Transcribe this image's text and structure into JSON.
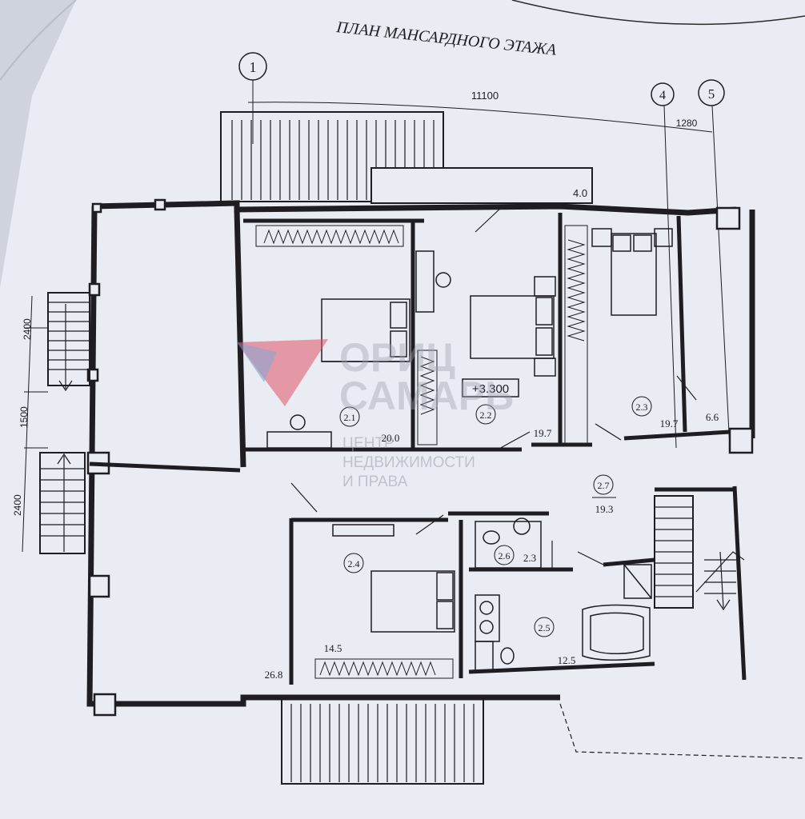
{
  "title": "ПЛАН МАНСАРДНОГО ЭТАЖА",
  "axes": [
    {
      "id": "axis-1",
      "label": "1"
    },
    {
      "id": "axis-4",
      "label": "4"
    },
    {
      "id": "axis-5",
      "label": "5"
    }
  ],
  "dimensions": {
    "overall_width": "11100",
    "span_4_5": "1280",
    "left_top": "2400",
    "left_mid": "1500",
    "left_bottom": "2400"
  },
  "level_mark": "+3.300",
  "rooms": [
    {
      "id": "2.1",
      "area": "20.0"
    },
    {
      "id": "2.2",
      "area": "19.7"
    },
    {
      "id": "2.3",
      "area": "19.7"
    },
    {
      "id": "2.4",
      "area": "14.5"
    },
    {
      "id": "2.5",
      "area": "12.5"
    },
    {
      "id": "2.6",
      "area": "2.3"
    },
    {
      "id": "2.7",
      "area": "19.3"
    }
  ],
  "extra_areas": {
    "balcony_top": "4.0",
    "loggia_right": "6.6",
    "terrace_left": "26.8"
  },
  "watermark": {
    "line1": "ОРИЦ",
    "line2": "САМАРЬ",
    "line3": "ЦЕНТР",
    "line4": "НЕДВИЖИМОСТИ",
    "line5": "И ПРАВА"
  },
  "colors": {
    "paper": "#e9ecf2",
    "ink": "#1d1d22",
    "watermark_red": "#e0566a",
    "watermark_blue": "#6d8fc4"
  }
}
